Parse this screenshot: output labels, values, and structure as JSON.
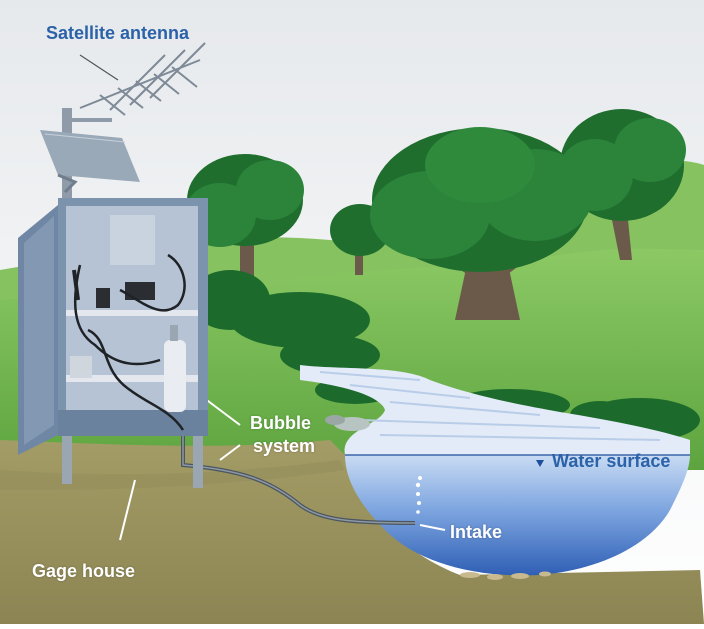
{
  "labels": {
    "satellite_antenna": "Satellite antenna",
    "bubble_line1": "Bubble",
    "bubble_line2": "system",
    "water_surface": "Water surface",
    "intake": "Intake",
    "gage_house": "Gage house"
  },
  "colors": {
    "sky_top": "#e9ecee",
    "sky_bottom": "#ffffff",
    "hill": "#73b64d",
    "hill_light": "#9fd07a",
    "ground": "#9c9560",
    "ground_dark": "#7f7a4c",
    "tree_dark": "#1d6b2c",
    "tree_mid": "#2f8a3c",
    "trunk": "#6b5a4a",
    "stream": "#dfe9f6",
    "water_deep": "#3f6ec0",
    "water_mid": "#8fb3e6",
    "cabinet": "#7d93ad",
    "cabinet_dark": "#5c7592",
    "label_blue": "#2b62a8",
    "label_white": "#ffffff"
  }
}
